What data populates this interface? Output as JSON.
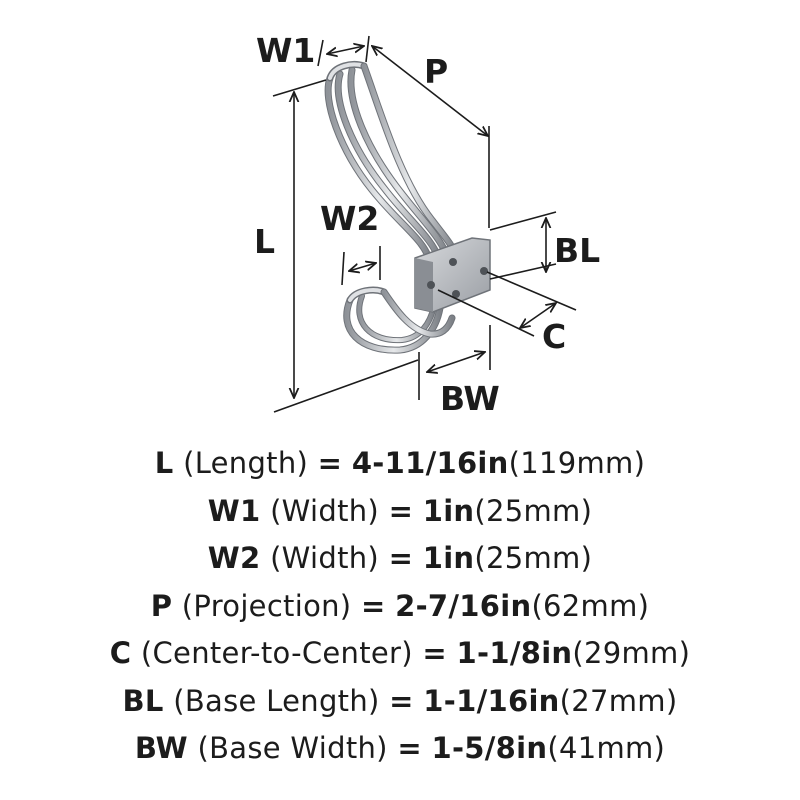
{
  "diagram": {
    "labels": {
      "w1": "W1",
      "p": "P",
      "l": "L",
      "w2": "W2",
      "bl": "BL",
      "c": "C",
      "bw": "BW"
    },
    "product_color": "#c9ccd0"
  },
  "specs": [
    {
      "code": "L",
      "desc": "(Length)",
      "eq": "=",
      "imperial": "4-11/16in",
      "metric": "(119mm)"
    },
    {
      "code": "W1",
      "desc": "(Width)",
      "eq": "=",
      "imperial": "1in",
      "metric": "(25mm)"
    },
    {
      "code": "W2",
      "desc": "(Width)",
      "eq": "=",
      "imperial": "1in",
      "metric": "(25mm)"
    },
    {
      "code": "P",
      "desc": "(Projection)",
      "eq": "=",
      "imperial": "2-7/16in",
      "metric": "(62mm)"
    },
    {
      "code": "C",
      "desc": "(Center-to-Center)",
      "eq": "=",
      "imperial": "1-1/8in",
      "metric": "(29mm)"
    },
    {
      "code": "BL",
      "desc": "(Base Length)",
      "eq": "=",
      "imperial": "1-1/16in",
      "metric": "(27mm)"
    },
    {
      "code": "BW",
      "desc": "(Base Width)",
      "eq": "=",
      "imperial": "1-5/8in",
      "metric": "(41mm)"
    }
  ]
}
